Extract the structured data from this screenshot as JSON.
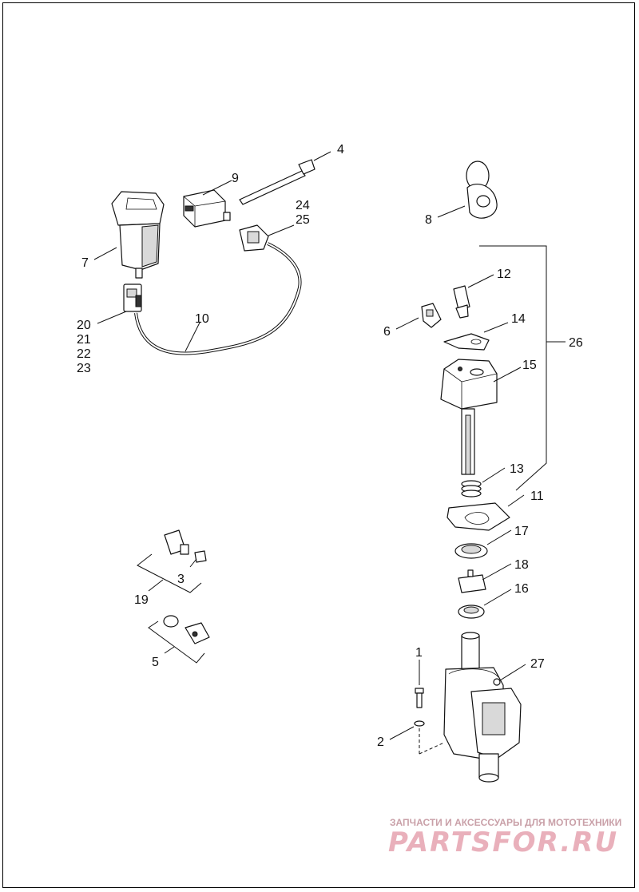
{
  "callouts": {
    "c1": "1",
    "c2": "2",
    "c3": "3",
    "c4": "4",
    "c5": "5",
    "c6": "6",
    "c7": "7",
    "c8": "8",
    "c9": "9",
    "c10": "10",
    "c11": "11",
    "c12": "12",
    "c13": "13",
    "c14": "14",
    "c15": "15",
    "c16": "16",
    "c17": "17",
    "c18": "18",
    "c19": "19",
    "c20": "20",
    "c21": "21",
    "c22": "22",
    "c23": "23",
    "c24": "24",
    "c25": "25",
    "c26": "26",
    "c27": "27"
  },
  "watermark": {
    "tagline": "ЗАПЧАСТИ И АКСЕССУАРЫ ДЛЯ МОТОТЕХНИКИ",
    "brand": "PARTSFOR.RU"
  },
  "colors": {
    "line": "#111111",
    "watermark_text": "#c9a0a8",
    "watermark_brand": "#e9b0bb"
  }
}
